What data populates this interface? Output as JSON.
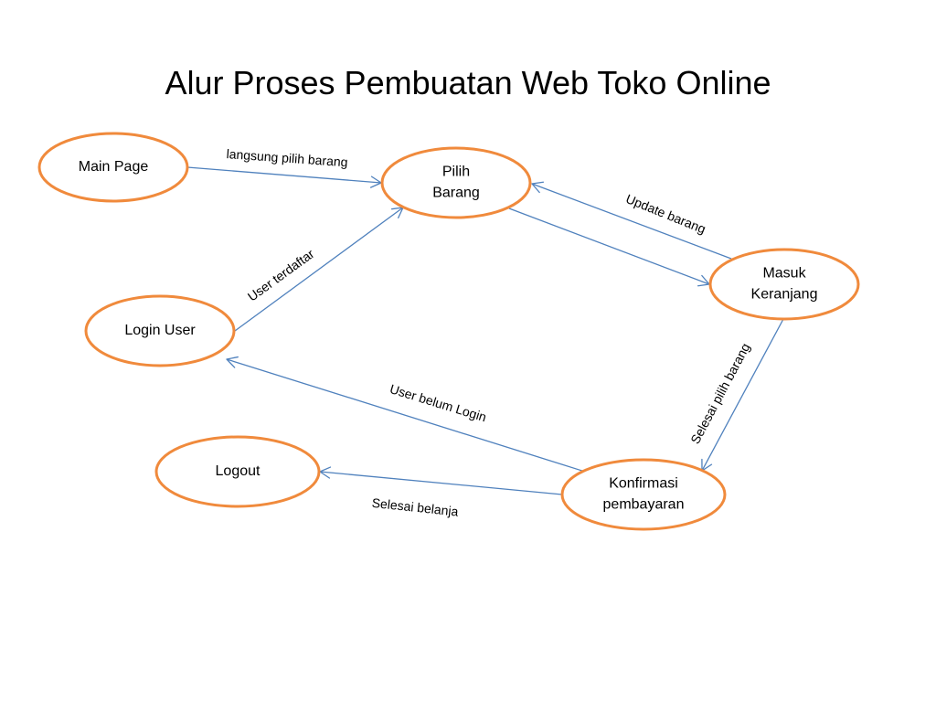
{
  "title": "Alur Proses Pembuatan Web Toko Online",
  "colors": {
    "node_stroke": "#F08A3C",
    "edge_stroke": "#4F81BD",
    "text": "#000000",
    "background": "#FFFFFF"
  },
  "nodes": [
    {
      "id": "main-page",
      "lines": [
        "Main Page"
      ]
    },
    {
      "id": "pilih-barang",
      "lines": [
        "Pilih",
        "Barang"
      ]
    },
    {
      "id": "masuk-keranjang",
      "lines": [
        "Masuk",
        "Keranjang"
      ]
    },
    {
      "id": "login-user",
      "lines": [
        "Login User"
      ]
    },
    {
      "id": "konfirmasi-pembayaran",
      "lines": [
        "Konfirmasi",
        "pembayaran"
      ]
    },
    {
      "id": "logout",
      "lines": [
        "Logout"
      ]
    }
  ],
  "edges": [
    {
      "id": "mainpage-to-pilih",
      "from": "main-page",
      "to": "pilih-barang",
      "label": "langsung pilih barang"
    },
    {
      "id": "login-to-pilih",
      "from": "login-user",
      "to": "pilih-barang",
      "label": "User terdaftar"
    },
    {
      "id": "pilih-to-keranjang",
      "from": "pilih-barang",
      "to": "masuk-keranjang",
      "label": ""
    },
    {
      "id": "keranjang-to-pilih",
      "from": "masuk-keranjang",
      "to": "pilih-barang",
      "label": "Update barang"
    },
    {
      "id": "keranjang-to-konfirmasi",
      "from": "masuk-keranjang",
      "to": "konfirmasi-pembayaran",
      "label": "Selesai pilih barang"
    },
    {
      "id": "konfirmasi-to-login",
      "from": "konfirmasi-pembayaran",
      "to": "login-user",
      "label": "User belum Login"
    },
    {
      "id": "konfirmasi-to-logout",
      "from": "konfirmasi-pembayaran",
      "to": "logout",
      "label": "Selesai belanja"
    }
  ]
}
